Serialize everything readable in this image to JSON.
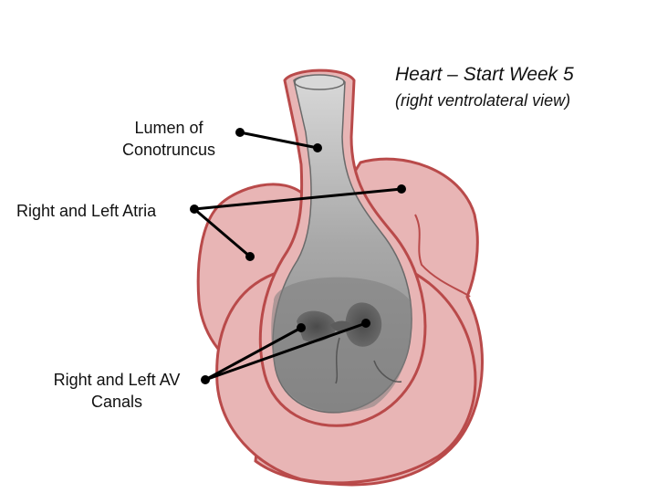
{
  "title": {
    "line1": "Heart – Start Week 5",
    "line2": "(right ventrolateral view)"
  },
  "labels": {
    "lumen_line1": "Lumen of",
    "lumen_line2": "Conotruncus",
    "atria": "Right and Left Atria",
    "av_line1": "Right and Left AV",
    "av_line2": "Canals"
  },
  "colors": {
    "tissue_fill": "#e8b5b5",
    "tissue_outline": "#b94a4a",
    "lumen_fill": "#9a9a9a",
    "leader_line": "#000000"
  }
}
